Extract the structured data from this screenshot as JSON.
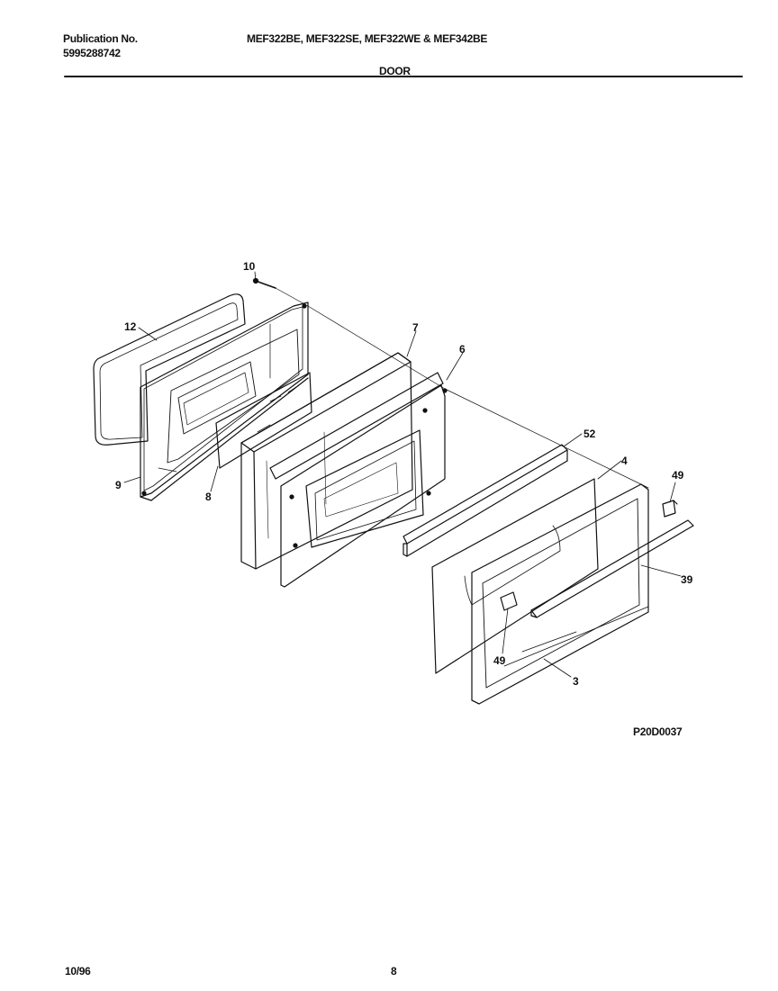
{
  "header": {
    "publication_label": "Publication No.",
    "publication_number": "5995288742",
    "models": "MEF322BE, MEF322SE, MEF322WE & MEF342BE",
    "section": "DOOR"
  },
  "diagram": {
    "callouts": [
      {
        "id": "c10",
        "label": "10"
      },
      {
        "id": "c12",
        "label": "12"
      },
      {
        "id": "c7",
        "label": "7"
      },
      {
        "id": "c6",
        "label": "6"
      },
      {
        "id": "c9",
        "label": "9"
      },
      {
        "id": "c8",
        "label": "8"
      },
      {
        "id": "c52",
        "label": "52"
      },
      {
        "id": "c4",
        "label": "4"
      },
      {
        "id": "c49a",
        "label": "49"
      },
      {
        "id": "c39",
        "label": "39"
      },
      {
        "id": "c49b",
        "label": "49"
      },
      {
        "id": "c3",
        "label": "3"
      }
    ],
    "drawing_code": "P20D0037"
  },
  "footer": {
    "date": "10/96",
    "page": "8"
  }
}
